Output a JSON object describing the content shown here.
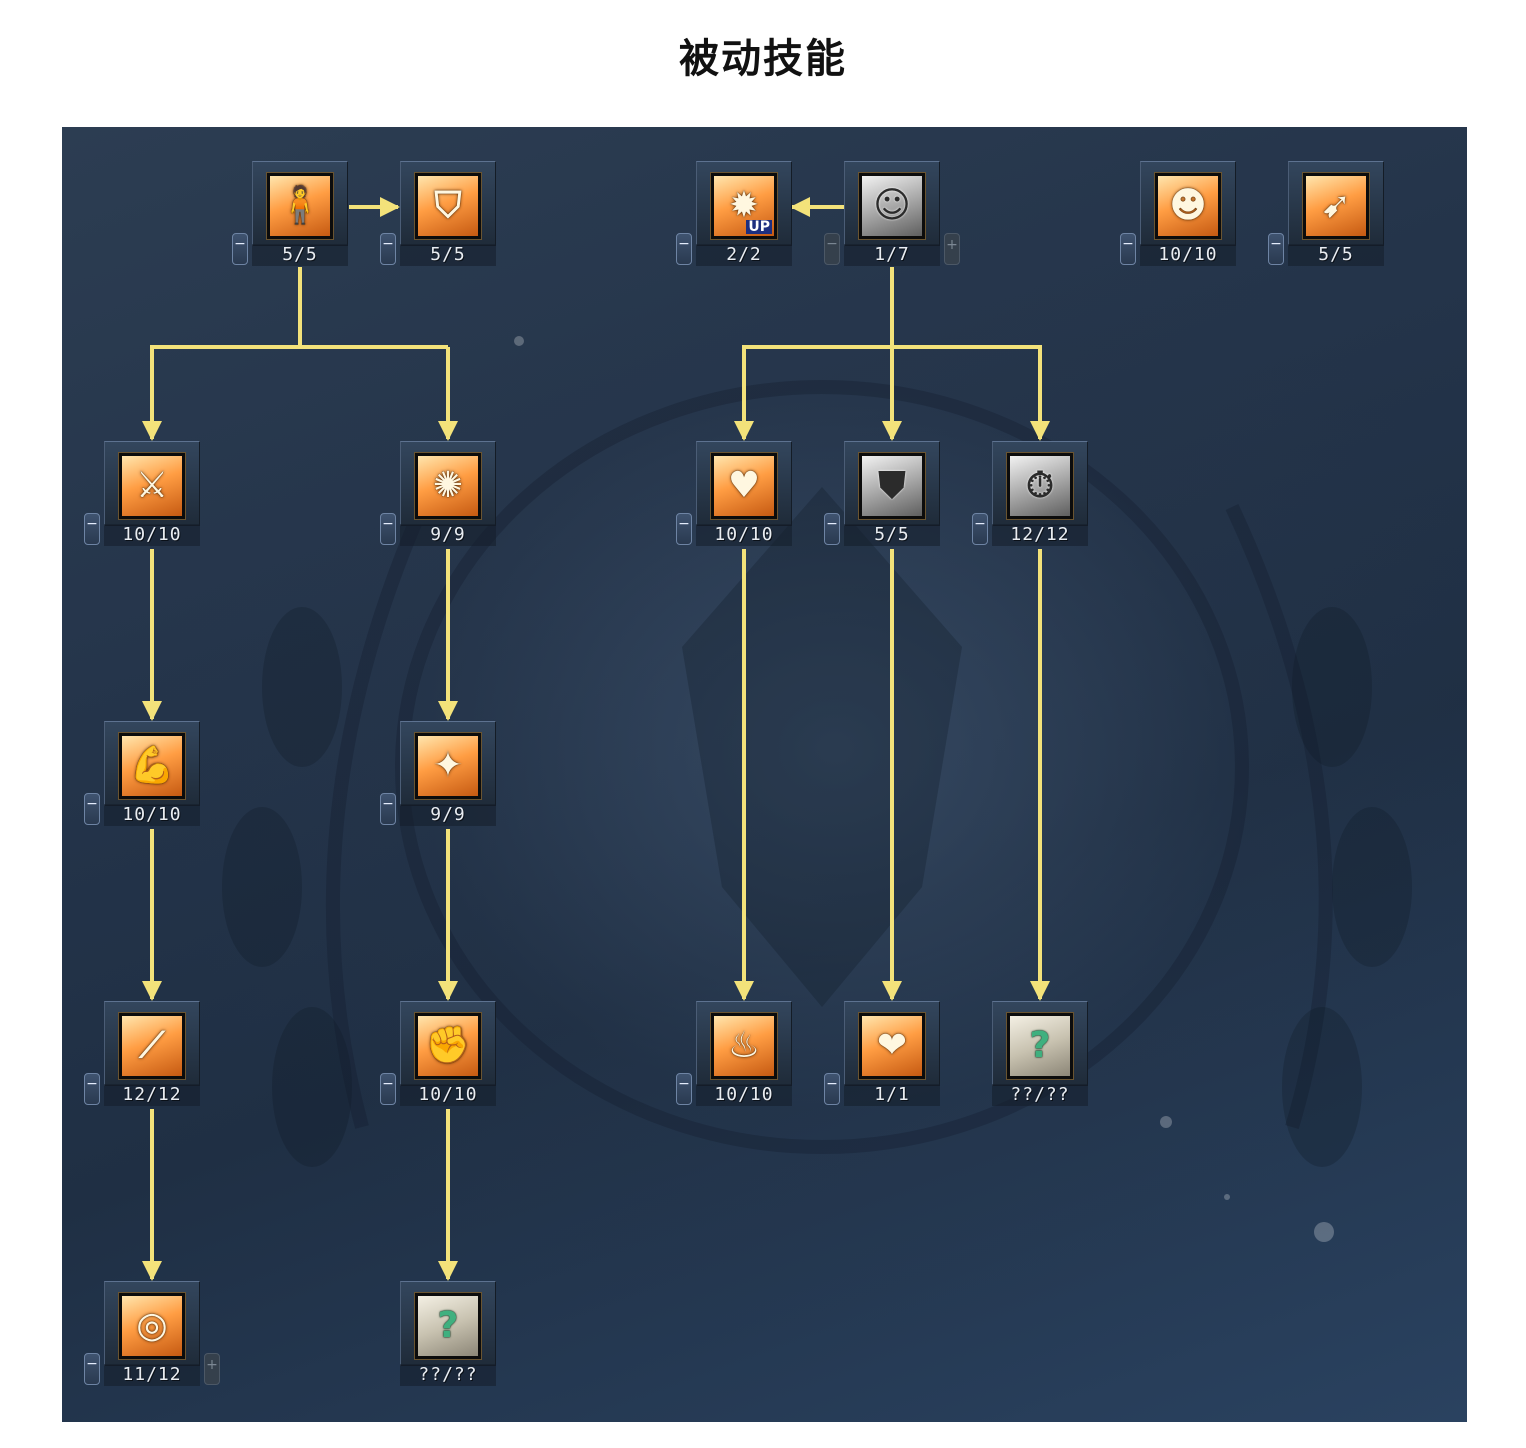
{
  "title": "被动技能",
  "colors": {
    "connector": "#f3e27a",
    "panel_bg": "#24344a",
    "icon_orange": "#ff9d43",
    "icon_gray": "#a9a9a9"
  },
  "skills": [
    {
      "id": "s1",
      "icon": "standing-figure-icon",
      "glyph": "🧍",
      "style": "orange",
      "level": "5/5",
      "minus": true,
      "plus": false
    },
    {
      "id": "s2",
      "icon": "shield-up-icon",
      "glyph": "⛉",
      "style": "orange",
      "level": "5/5",
      "minus": true,
      "plus": false
    },
    {
      "id": "s3",
      "icon": "burst-up-icon",
      "glyph": "✹",
      "style": "orange up",
      "level": "2/2",
      "minus": true,
      "plus": false
    },
    {
      "id": "s4",
      "icon": "cheering-figure-icon",
      "glyph": "☺",
      "style": "gray",
      "level": "1/7",
      "minus": true,
      "minus_dim": true,
      "plus": true
    },
    {
      "id": "s5",
      "icon": "focused-face-icon",
      "glyph": "☻",
      "style": "orange",
      "level": "10/10",
      "minus": true,
      "plus": false
    },
    {
      "id": "s6",
      "icon": "dash-figure-icon",
      "glyph": "➹",
      "style": "orange",
      "level": "5/5",
      "minus": true,
      "plus": false
    },
    {
      "id": "s7",
      "icon": "crossed-swords-icon",
      "glyph": "⚔",
      "style": "orange",
      "level": "10/10",
      "minus": true,
      "plus": false
    },
    {
      "id": "s8",
      "icon": "radiant-burst-icon",
      "glyph": "✺",
      "style": "orange",
      "level": "9/9",
      "minus": true,
      "plus": false
    },
    {
      "id": "s9",
      "icon": "hp-heart-up-icon",
      "glyph": "♥",
      "style": "orange",
      "level": "10/10",
      "minus": true,
      "plus": false
    },
    {
      "id": "s10",
      "icon": "shield-icon",
      "glyph": "⛊",
      "style": "gray",
      "level": "5/5",
      "minus": true,
      "plus": false
    },
    {
      "id": "s11",
      "icon": "stopwatch-icon",
      "glyph": "⏱",
      "style": "gray",
      "level": "12/12",
      "minus": true,
      "plus": false
    },
    {
      "id": "s12",
      "icon": "flexed-arm-icon",
      "glyph": "💪",
      "style": "orange",
      "level": "10/10",
      "minus": true,
      "plus": false
    },
    {
      "id": "s13",
      "icon": "fire-crystal-icon",
      "glyph": "✦",
      "style": "orange",
      "level": "9/9",
      "minus": true,
      "plus": false
    },
    {
      "id": "s14",
      "icon": "slash-streak-icon",
      "glyph": "⟋",
      "style": "orange",
      "level": "12/12",
      "minus": true,
      "plus": false
    },
    {
      "id": "s15",
      "icon": "punching-fist-icon",
      "glyph": "✊",
      "style": "orange",
      "level": "10/10",
      "minus": true,
      "plus": false
    },
    {
      "id": "s16",
      "icon": "meditating-figure-icon",
      "glyph": "♨",
      "style": "orange",
      "level": "10/10",
      "minus": true,
      "plus": false
    },
    {
      "id": "s17",
      "icon": "heart-gem-icon",
      "glyph": "❤",
      "style": "orange",
      "level": "1/1",
      "minus": true,
      "plus": false
    },
    {
      "id": "s18",
      "icon": "unknown-skill-icon",
      "glyph": "?",
      "style": "unknown",
      "level": "??/??",
      "minus": false,
      "plus": false
    },
    {
      "id": "s19",
      "icon": "target-fist-icon",
      "glyph": "◎",
      "style": "orange",
      "level": "11/12",
      "minus": true,
      "plus": true
    },
    {
      "id": "s20",
      "icon": "unknown-skill-icon",
      "glyph": "?",
      "style": "unknown",
      "level": "??/??",
      "minus": false,
      "plus": false
    }
  ]
}
